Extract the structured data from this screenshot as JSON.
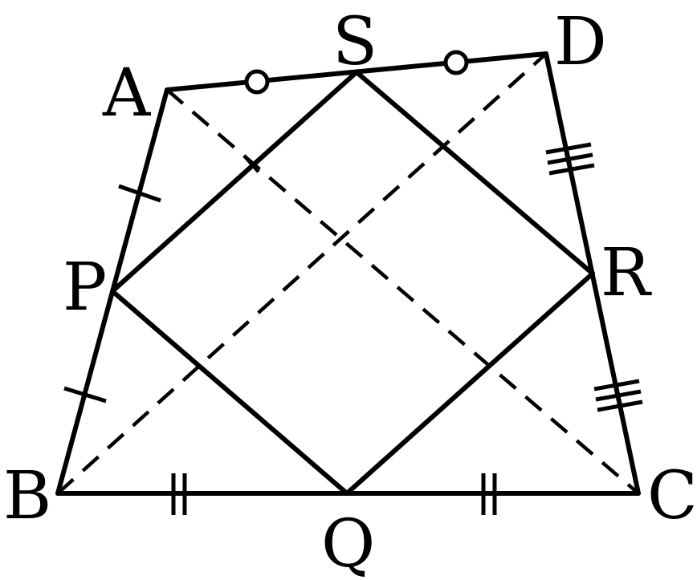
{
  "diagram": {
    "labels": {
      "A": "A",
      "B": "B",
      "C": "C",
      "D": "D",
      "P": "P",
      "Q": "Q",
      "R": "R",
      "S": "S"
    },
    "stroke_color": "#000000",
    "background_color": "#ffffff"
  }
}
